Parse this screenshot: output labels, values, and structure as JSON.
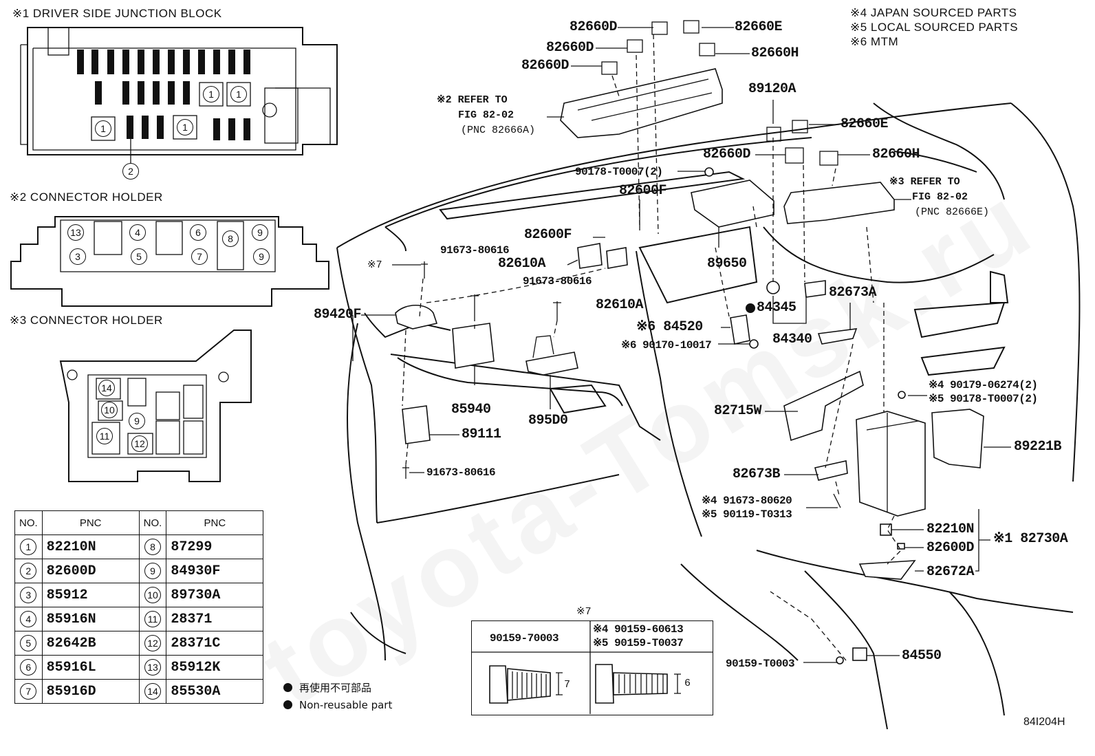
{
  "notes": {
    "n1": "※1 DRIVER SIDE JUNCTION BLOCK",
    "n2": "※2 CONNECTOR HOLDER",
    "n3": "※3 CONNECTOR HOLDER",
    "legend4": "※4 JAPAN SOURCED PARTS",
    "legend5": "※5 LOCAL SOURCED PARTS",
    "legend6": "※6 MTM",
    "ref2_line1": "※2 REFER TO",
    "ref2_line2": "FIG 82-02",
    "ref2_line3": "(PNC 82666A)",
    "ref3_line1": "※3 REFER TO",
    "ref3_line2": "FIG 82-02",
    "ref3_line3": "(PNC 82666E)",
    "star7": "※7",
    "nonreusable_jp": "再使用不可部品",
    "nonreusable_en": "Non-reusable part",
    "figure_code": "84I204H",
    "watermark": "toyota-Tomsk.ru"
  },
  "junction_block": {
    "circle_1": "1",
    "callout_2": "2"
  },
  "holder2": {
    "c13": "13",
    "c4": "4",
    "c6": "6",
    "c8": "8",
    "c9a": "9",
    "c3": "3",
    "c5": "5",
    "c7": "7",
    "c9b": "9"
  },
  "holder3": {
    "c14": "14",
    "c10": "10",
    "c9": "9",
    "c11": "11",
    "c12": "12"
  },
  "pnc_table": {
    "header_no": "NO.",
    "header_pnc": "PNC",
    "left": [
      {
        "no": "1",
        "pnc": "82210N"
      },
      {
        "no": "2",
        "pnc": "82600D"
      },
      {
        "no": "3",
        "pnc": "85912"
      },
      {
        "no": "4",
        "pnc": "85916N"
      },
      {
        "no": "5",
        "pnc": "82642B"
      },
      {
        "no": "6",
        "pnc": "85916L"
      },
      {
        "no": "7",
        "pnc": "85916D"
      }
    ],
    "right": [
      {
        "no": "8",
        "pnc": "87299"
      },
      {
        "no": "9",
        "pnc": "84930F"
      },
      {
        "no": "10",
        "pnc": "89730A"
      },
      {
        "no": "11",
        "pnc": "28371"
      },
      {
        "no": "12",
        "pnc": "28371C"
      },
      {
        "no": "13",
        "pnc": "85912K"
      },
      {
        "no": "14",
        "pnc": "85530A"
      }
    ]
  },
  "bolt_table": {
    "left_pn": "90159-70003",
    "right_pn_4": "※4 90159-60613",
    "right_pn_5": "※5 90159-T0037",
    "left_dim": "7",
    "right_dim": "6"
  },
  "parts": {
    "p82660D_1": "82660D",
    "p82660D_2": "82660D",
    "p82660D_3": "82660D",
    "p82660E_1": "82660E",
    "p82660H_1": "82660H",
    "p89120A": "89120A",
    "p82660E_2": "82660E",
    "p82660D_4": "82660D",
    "p82660H_2": "82660H",
    "p90178": "90178-T0007(2)",
    "p82600F_1": "82600F",
    "p82600F_2": "82600F",
    "p89650": "89650",
    "p91673_1": "91673-80616",
    "p82610A_1": "82610A",
    "p91673_2": "91673-80616",
    "p82610A_2": "82610A",
    "p89420F": "89420F",
    "p84345": "84345",
    "p84520": "※6 84520",
    "p90170": "※6 90170-10017",
    "p84340": "84340",
    "p82673A": "82673A",
    "p85940": "85940",
    "p895D0": "895D0",
    "p89111": "89111",
    "p91673_3": "91673-80616",
    "p82715W": "82715W",
    "p90179_4": "※4 90179-06274(2)",
    "p90178_5": "※5 90178-T0007(2)",
    "p89221B": "89221B",
    "p82673B": "82673B",
    "p91673_80620": "※4 91673-80620",
    "p90119": "※5 90119-T0313",
    "p82210N": "82210N",
    "p82600D": "82600D",
    "p82730A": "※1 82730A",
    "p82672A": "82672A",
    "p90159_T0003": "90159-T0003",
    "p84550": "84550"
  }
}
